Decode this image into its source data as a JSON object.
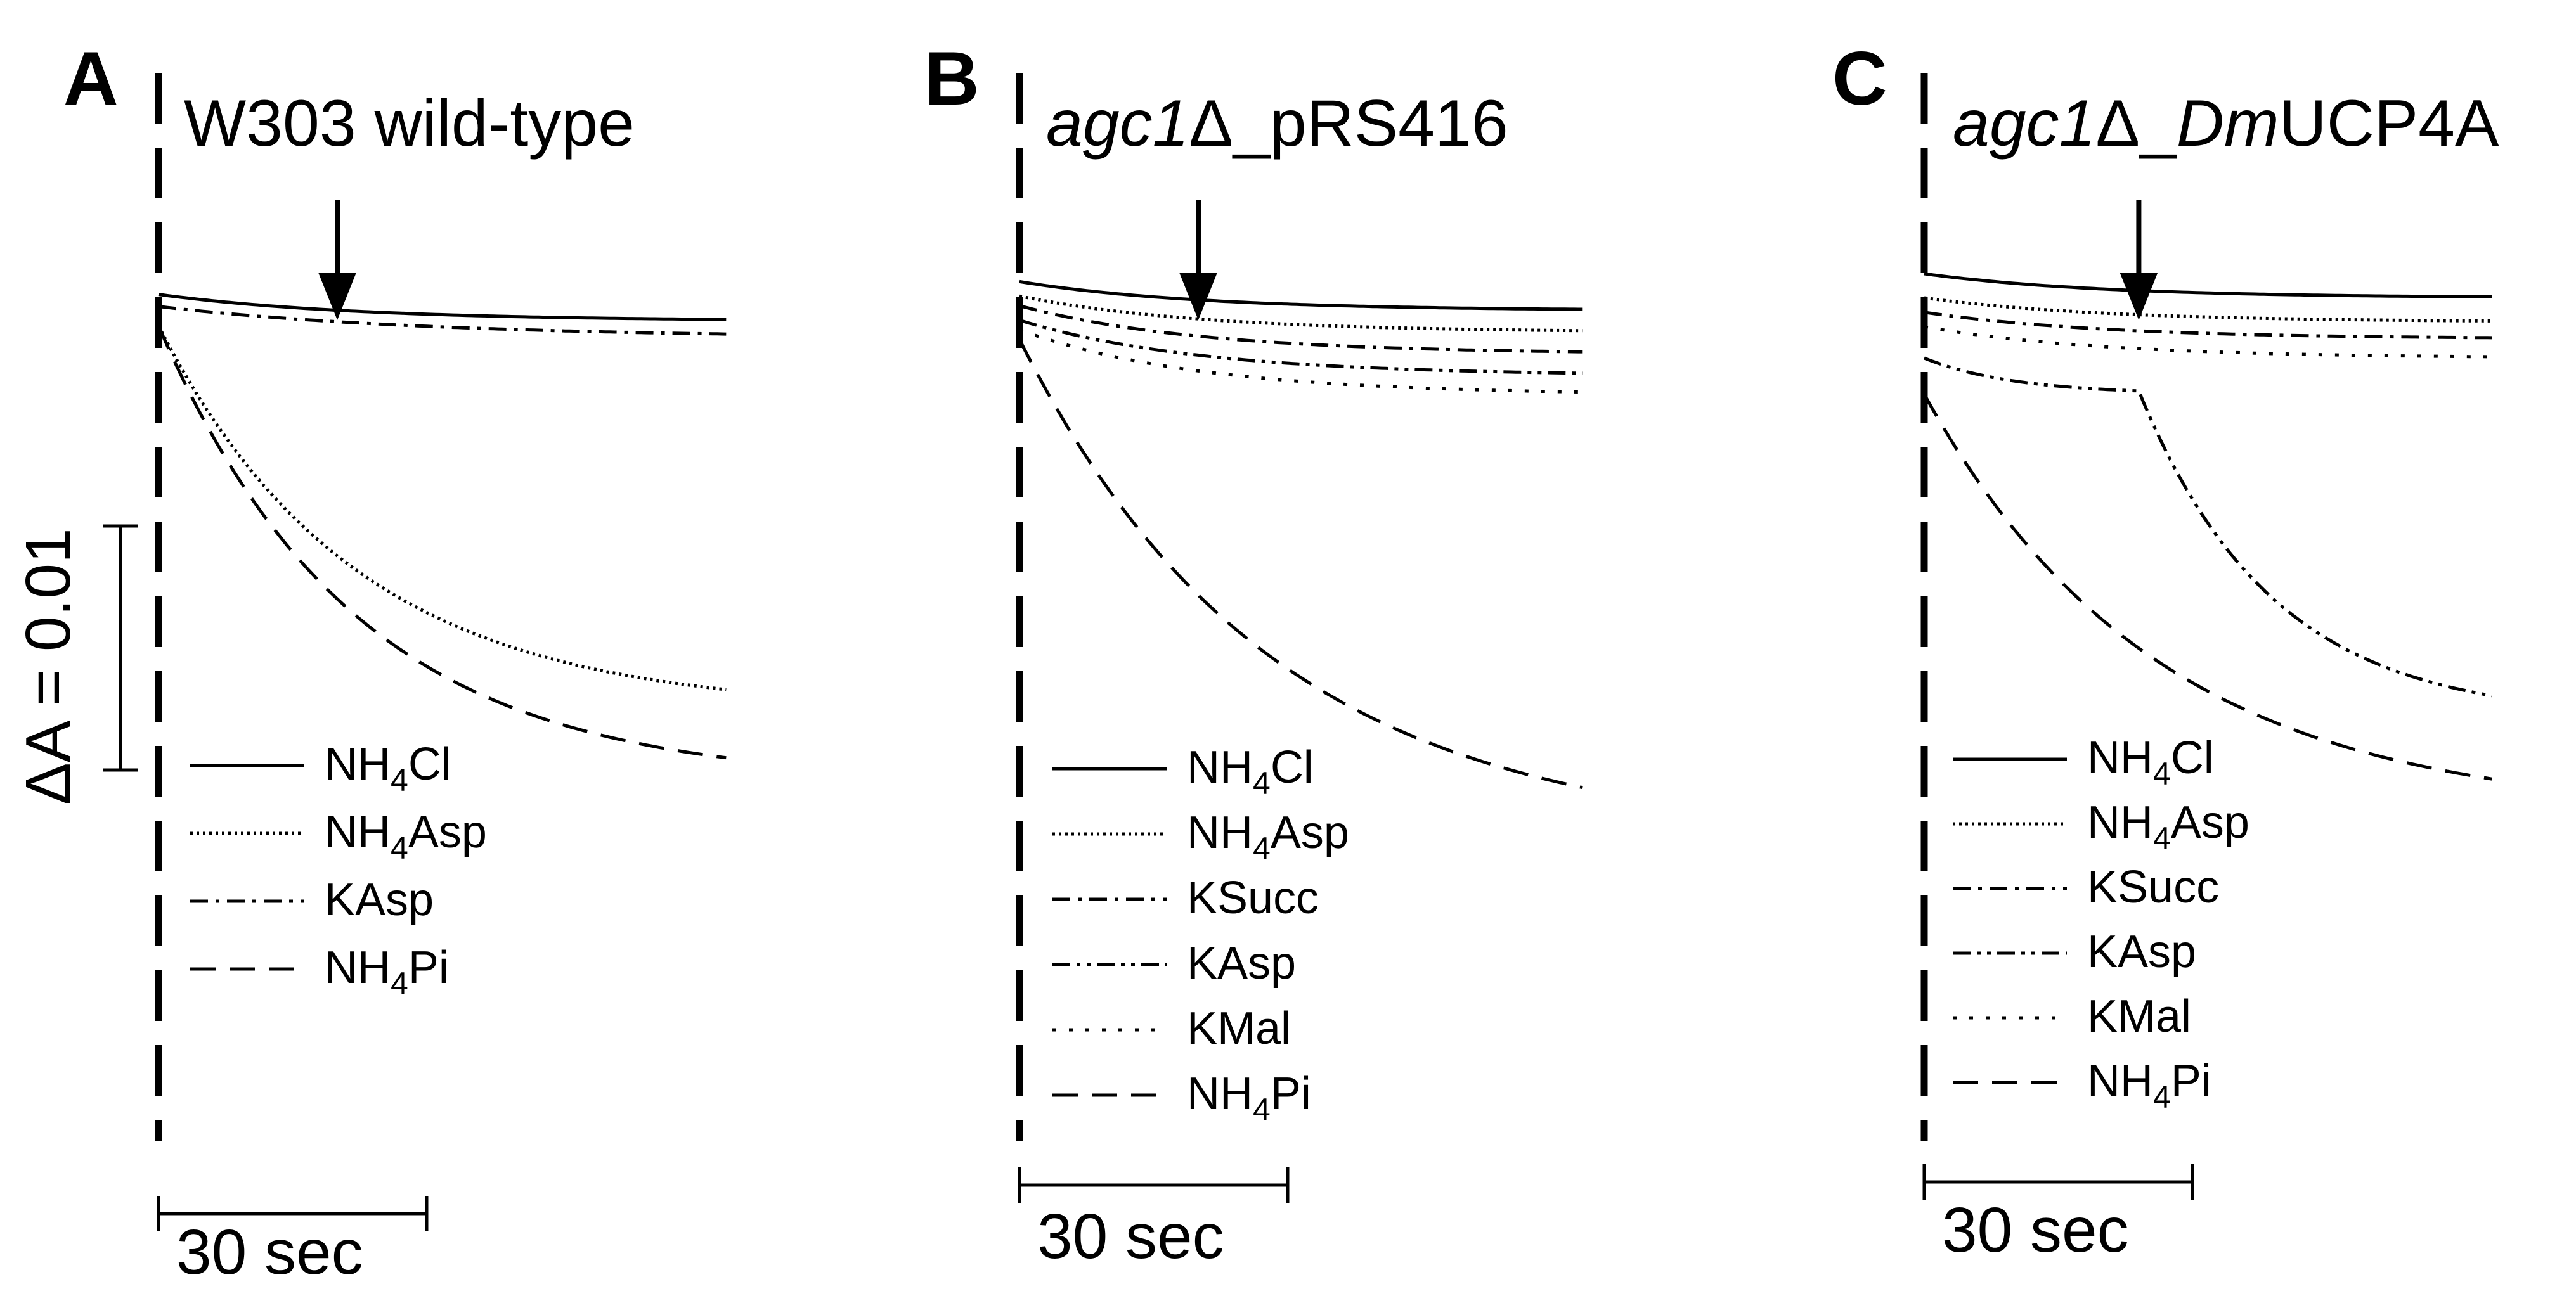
{
  "chart_data": [
    {
      "type": "line",
      "panel": "A",
      "title": "W303 wild-type",
      "title_italic": "",
      "title_mid": "",
      "title_rest": "W303 wild-type",
      "arrow_at_sec": 20,
      "time_scale_label": "30 sec",
      "absorbance_scale_label": "ΔA = 0.01",
      "series": [
        {
          "name": "NH4Cl",
          "label_main": "NH",
          "label_sub": "4",
          "label_tail": "Cl",
          "style": "solid",
          "start": 0.0008,
          "end": -0.0003,
          "tau": 22
        },
        {
          "name": "NH4Asp",
          "label_main": "NH",
          "label_sub": "4",
          "label_tail": "Asp",
          "style": "dotted",
          "start": -0.0005,
          "end": -0.0165,
          "tau": 22
        },
        {
          "name": "KAsp",
          "label_main": "KAsp",
          "label_sub": "",
          "label_tail": "",
          "style": "dashdot",
          "start": 0.0003,
          "end": -0.001,
          "tau": 30
        },
        {
          "name": "NH4Pi",
          "label_main": "NH",
          "label_sub": "4",
          "label_tail": "Pi",
          "style": "dashed",
          "start": -0.0005,
          "end": -0.0195,
          "tau": 22
        }
      ]
    },
    {
      "type": "line",
      "panel": "B",
      "title": "agc1Δ_pRS416",
      "title_italic": "agc1",
      "title_mid": "Δ_",
      "title_rest": "pRS416",
      "arrow_at_sec": 20,
      "time_scale_label": "30 sec",
      "series": [
        {
          "name": "NH4Cl",
          "label_main": "NH",
          "label_sub": "4",
          "label_tail": "Cl",
          "style": "solid",
          "start": 0.0012,
          "end": 0.0,
          "tau": 20
        },
        {
          "name": "NH4Asp",
          "label_main": "NH",
          "label_sub": "4",
          "label_tail": "Asp",
          "style": "dotted",
          "start": 0.0006,
          "end": -0.0009,
          "tau": 20
        },
        {
          "name": "KSucc",
          "label_main": "KSucc",
          "label_sub": "",
          "label_tail": "",
          "style": "dashdot",
          "start": 0.0002,
          "end": -0.0018,
          "tau": 20
        },
        {
          "name": "KAsp",
          "label_main": "KAsp",
          "label_sub": "",
          "label_tail": "",
          "style": "dashdotdot",
          "start": -0.0004,
          "end": -0.0027,
          "tau": 20
        },
        {
          "name": "KMal",
          "label_main": "KMal",
          "label_sub": "",
          "label_tail": "",
          "style": "sparse",
          "start": -0.0008,
          "end": -0.0035,
          "tau": 20
        },
        {
          "name": "NH4Pi",
          "label_main": "NH",
          "label_sub": "4",
          "label_tail": "Pi",
          "style": "dashed",
          "start": -0.0012,
          "end": -0.022,
          "tau": 28
        }
      ]
    },
    {
      "type": "line",
      "panel": "C",
      "title": "agc1Δ_DmUCP4A",
      "title_italic": "agc1",
      "title_mid": "Δ_",
      "title_italic2": "Dm",
      "title_rest": "UCP4A",
      "arrow_at_sec": 24,
      "time_scale_label": "30 sec",
      "series": [
        {
          "name": "NH4Cl",
          "label_main": "NH",
          "label_sub": "4",
          "label_tail": "Cl",
          "style": "solid",
          "start": 0.001,
          "end": 0.0,
          "tau": 20
        },
        {
          "name": "NH4Asp",
          "label_main": "NH",
          "label_sub": "4",
          "label_tail": "Asp",
          "style": "dotted",
          "start": 0.0,
          "end": -0.001,
          "tau": 20
        },
        {
          "name": "KSucc",
          "label_main": "KSucc",
          "label_sub": "",
          "label_tail": "",
          "style": "dashdot",
          "start": -0.0006,
          "end": -0.0017,
          "tau": 20
        },
        {
          "name": "KAsp",
          "label_main": "KAsp",
          "label_sub": "",
          "label_tail": "",
          "style": "dashdotdot",
          "start": -0.0025,
          "end": -0.004,
          "tau": 10,
          "drop_at_sec": 24,
          "drop_end": -0.0175,
          "drop_tau": 15
        },
        {
          "name": "KMal",
          "label_main": "KMal",
          "label_sub": "",
          "label_tail": "",
          "style": "sparse",
          "start": -0.0012,
          "end": -0.0025,
          "tau": 20
        },
        {
          "name": "NH4Pi",
          "label_main": "NH",
          "label_sub": "4",
          "label_tail": "Pi",
          "style": "dashed",
          "start": -0.004,
          "end": -0.0215,
          "tau": 26
        }
      ]
    }
  ]
}
